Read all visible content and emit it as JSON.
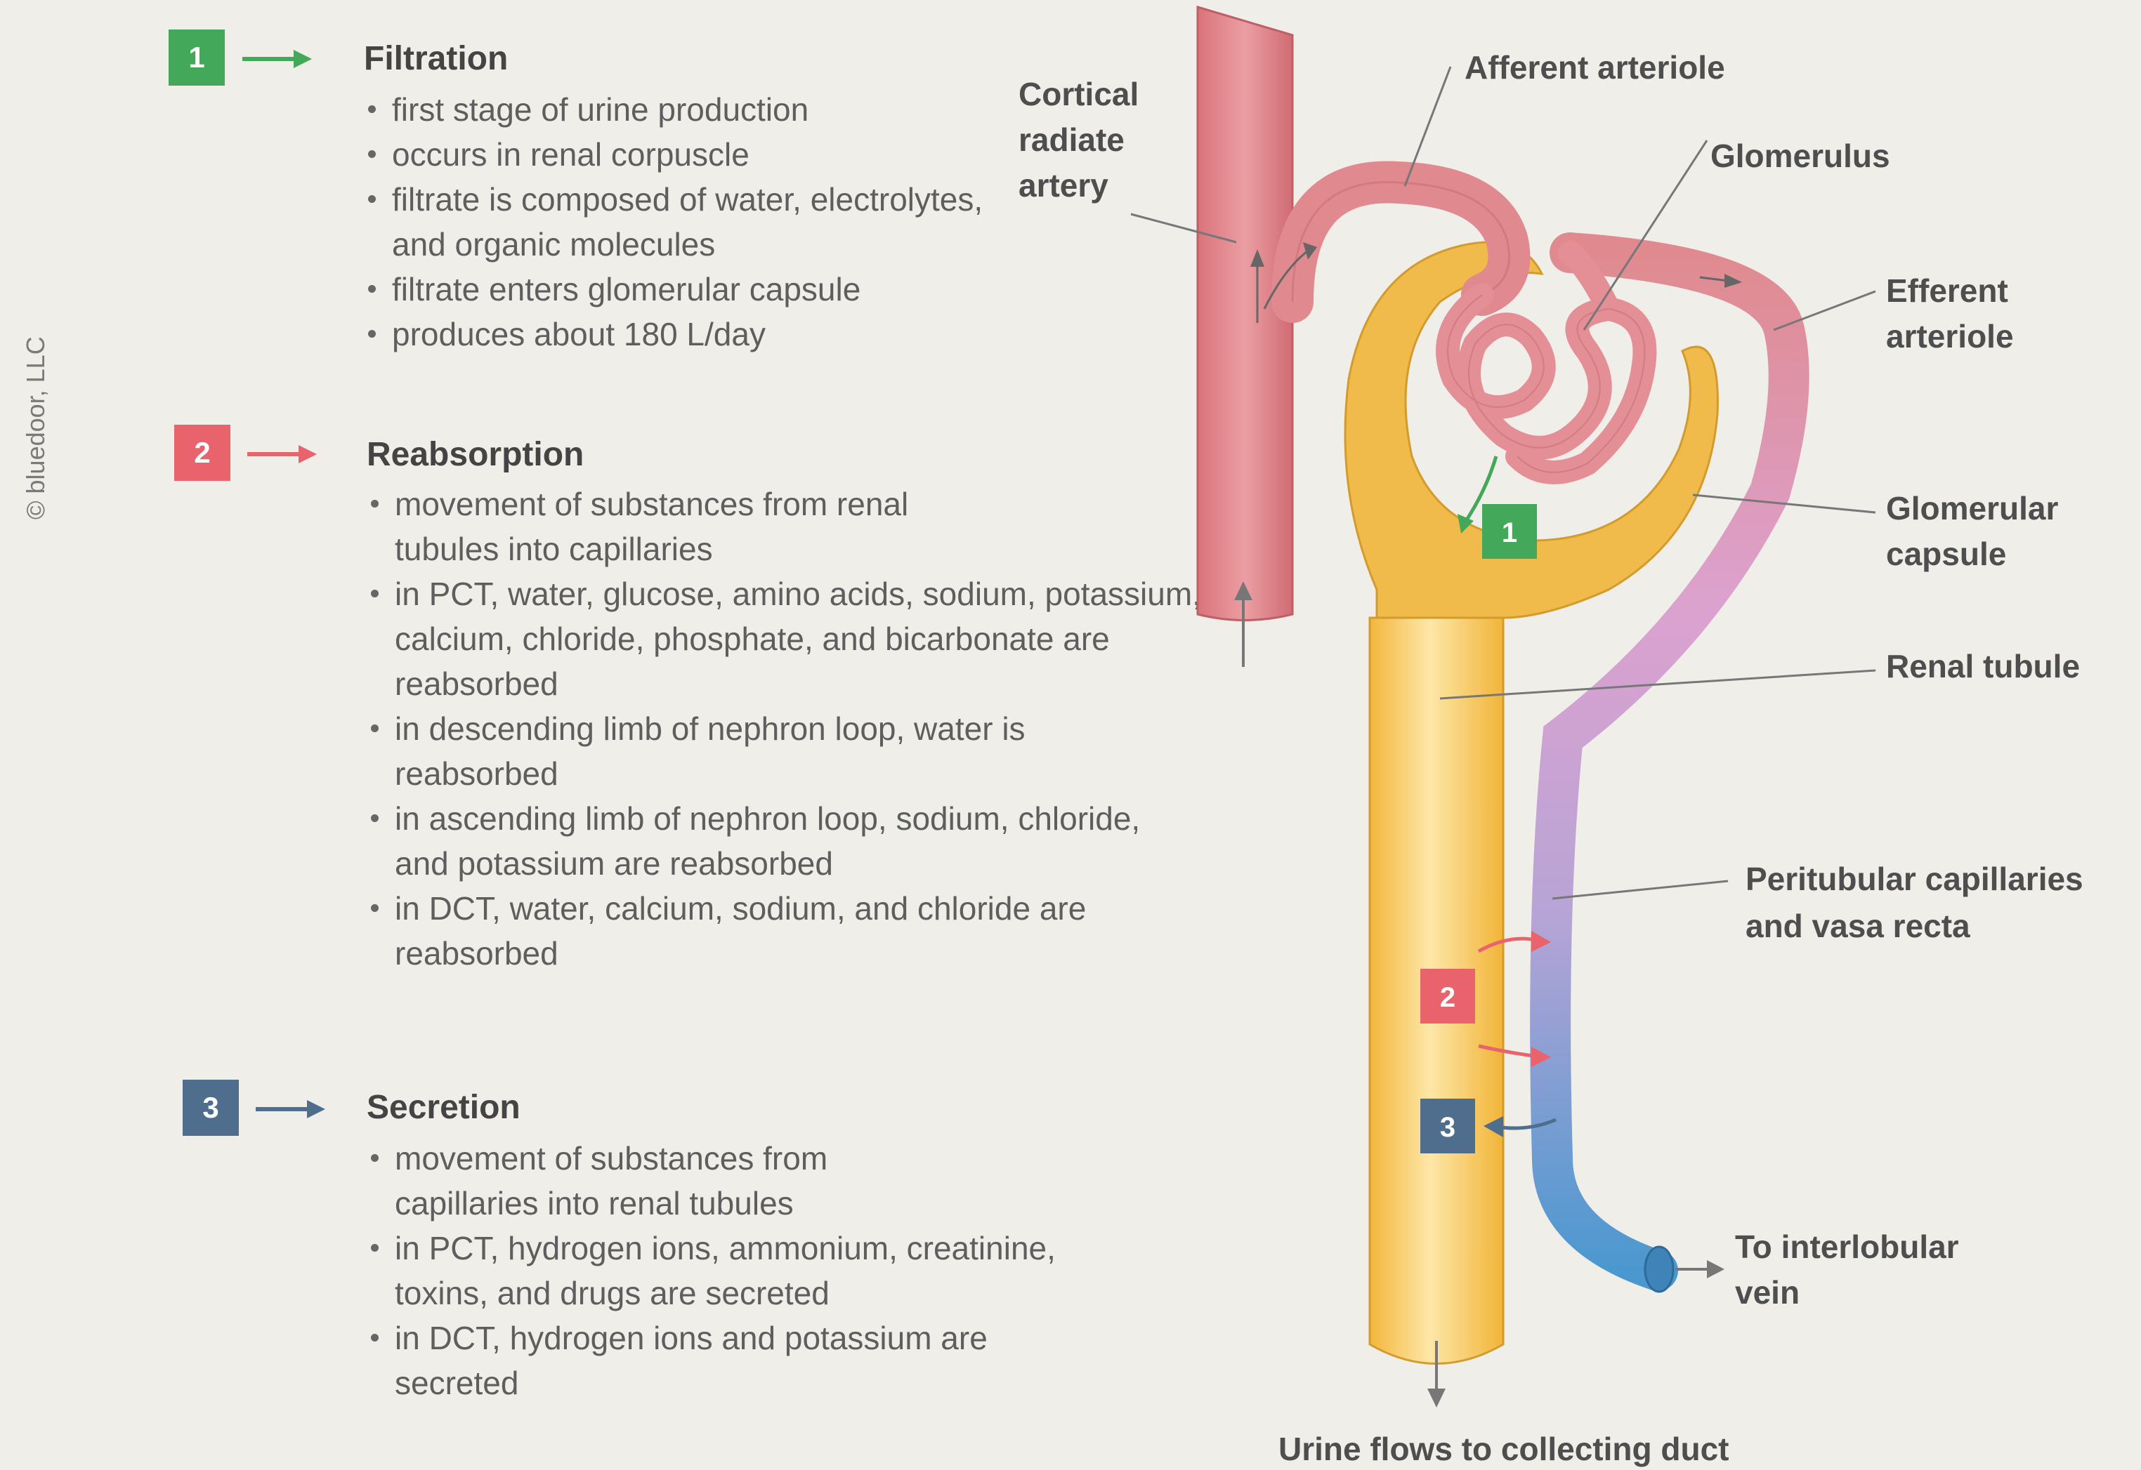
{
  "copyright": "© bluedoor, LLC",
  "steps": [
    {
      "number": "1",
      "title": "Filtration",
      "color": "#43a85a",
      "bullets": [
        "first stage of urine production",
        "occurs in renal corpuscle",
        "filtrate is composed of water, electrolytes, and organic molecules",
        "filtrate enters glomerular capsule",
        "produces about 180 L/day"
      ]
    },
    {
      "number": "2",
      "title": "Reabsorption",
      "color": "#e8636b",
      "bullets": [
        "movement of substances from renal tubules into capillaries",
        "in PCT, water, glucose, amino acids, sodium, potassium, calcium, chloride, phosphate, and bicarbonate are reabsorbed",
        "in descending limb of nephron loop, water is reabsorbed",
        "in ascending limb of nephron loop, sodium, chloride, and potassium are reabsorbed",
        "in DCT, water, calcium, sodium, and chloride are reabsorbed"
      ]
    },
    {
      "number": "3",
      "title": "Secretion",
      "color": "#4f6e8e",
      "bullets": [
        "movement of substances from capillaries into renal tubules",
        "in PCT, hydrogen ions, ammonium, creatinine, toxins, and drugs are secreted",
        "in DCT, hydrogen ions and potassium are secreted"
      ]
    }
  ],
  "labels": {
    "cortical_radiate_artery": [
      "Cortical",
      "radiate",
      "artery"
    ],
    "afferent_arteriole": "Afferent arteriole",
    "glomerulus": "Glomerulus",
    "efferent_arteriole": [
      "Efferent",
      "arteriole"
    ],
    "glomerular_capsule": [
      "Glomerular",
      "capsule"
    ],
    "renal_tubule": "Renal tubule",
    "peritubular_capillaries": [
      "Peritubular capillaries",
      "and vasa recta"
    ],
    "interlobular_vein": [
      "To interlobular",
      "vein"
    ],
    "collecting_duct": "Urine flows to collecting duct"
  },
  "colors": {
    "artery": "#e08a8f",
    "tubule": "#f6c24a",
    "vein": "#4a98cf",
    "capillary_mid": "#d9a3d6"
  }
}
